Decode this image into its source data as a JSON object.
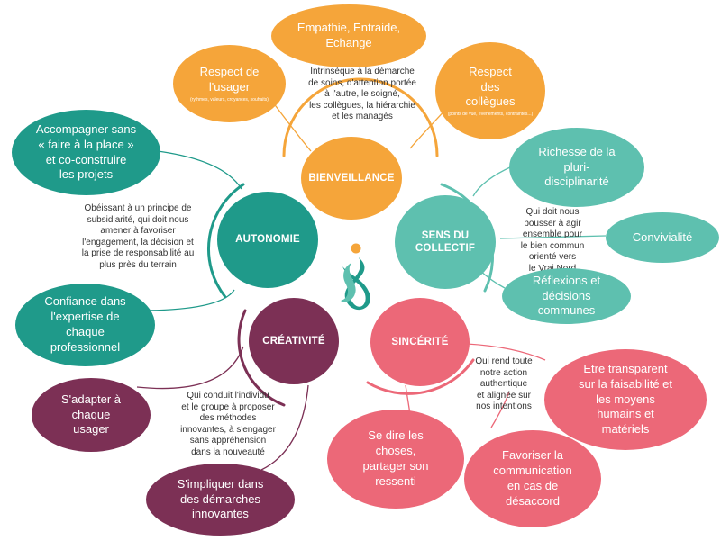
{
  "colors": {
    "orange": "#F5A53A",
    "teal": "#1F9A8A",
    "lightTeal": "#5EC0AF",
    "plum": "#7C3055",
    "coral": "#EC6878"
  },
  "cores": {
    "bienveillance": "BIENVEILLANCE",
    "autonomie": "AUTONOMIE",
    "sens_collectif": "SENS DU\nCOLLECTIF",
    "creativite": "CRÉATIVITÉ",
    "sincerite": "SINCÉRITÉ"
  },
  "bienveillance": {
    "empathie": "Empathie, Entraide,\nEchange",
    "usager": "Respect de\nl'usager",
    "usager_note": "(rythmes, valeurs, croyances, souhaits)",
    "collegues": "Respect\ndes\ncollègues",
    "collegues_note": "(points de vue, évènements, contraintes...)",
    "description": "Intrinsèque à la démarche\nde soins, d'attention portée\nà l'autre, le soigné,\nles collègues, la hiérarchie\net les managés"
  },
  "autonomie": {
    "accompagner": "Accompagner sans\n« faire à la place »\net co-construire\nles projets",
    "confiance": "Confiance dans\nl'expertise de\nchaque\nprofessionnel",
    "description": "Obéissant à un principe de\nsubsidiarité, qui doit nous\namener à favoriser\nl'engagement, la décision et\nla prise de responsabilité au\nplus près du terrain"
  },
  "sens_collectif": {
    "richesse": "Richesse de la\npluri-\ndisciplinarité",
    "convivialite": "Convivialité",
    "reflexions": "Réflexions et\ndécisions\ncommunes",
    "description": "Qui doit nous\npousser à agir\nensemble pour\nle bien commun\norienté vers\nle Vrai Nord"
  },
  "creativite": {
    "adapter": "S'adapter à\nchaque\nusager",
    "impliquer": "S'impliquer dans\ndes démarches\ninnovantes",
    "description": "Qui conduit l'individu\net le groupe à proposer\ndes méthodes\ninnovantes, à s'engager\nsans appréhension\ndans la nouveauté"
  },
  "sincerite": {
    "transparent": "Etre transparent\nsur la faisabilité et\nles moyens\nhumains et\nmatériels",
    "dire": "Se dire les\nchoses,\npartager son\nressenti",
    "favoriser": "Favoriser la\ncommunication\nen cas de\ndésaccord",
    "description": "Qui rend toute\nnotre action\nauthentique\net alignée sur\nnos intentions"
  }
}
